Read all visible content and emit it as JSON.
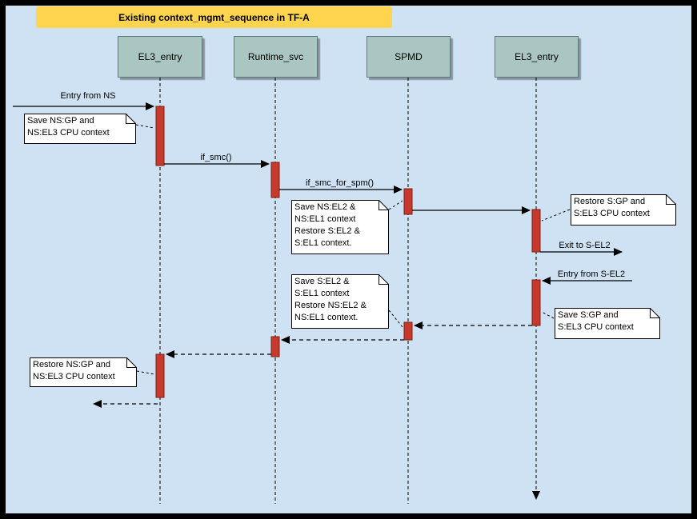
{
  "diagram": {
    "title": "Existing context_mgmt_sequence in TF-A",
    "participants": [
      {
        "label": "EL3_entry"
      },
      {
        "label": "Runtime_svc"
      },
      {
        "label": "SPMD"
      },
      {
        "label": "EL3_entry"
      }
    ],
    "messages": {
      "entry_from_ns": "Entry from NS",
      "if_smc": "if_smc()",
      "if_smc_for_spm": "if_smc_for_spm()",
      "exit_to_s_el2": "Exit to S-EL2",
      "entry_from_s_el2": "Entry from S-EL2"
    },
    "notes": {
      "save_ns_gp": "Save NS:GP and\nNS:EL3 CPU context",
      "save_ns_el2": "Save NS:EL2 &\nNS:EL1 context\nRestore S:EL2 &\nS:EL1 context.",
      "restore_s_gp": "Restore S:GP and\nS:EL3 CPU context",
      "save_s_gp": "Save S:GP and\nS:EL3 CPU context",
      "save_s_el2": "Save S:EL2 &\nS:EL1 context\nRestore NS:EL2 &\nNS:EL1 context.",
      "restore_ns_gp": "Restore NS:GP and\nNS:EL3 CPU context"
    },
    "colors": {
      "background": "#cfe2f3",
      "title_fill": "#ffd54f",
      "participant_fill": "#a9c6c3",
      "participant_border": "#5d7a77",
      "activation_fill": "#c6392c",
      "activation_border": "#7d1f12",
      "note_fill": "#ffffff",
      "line_color": "#000000"
    }
  }
}
